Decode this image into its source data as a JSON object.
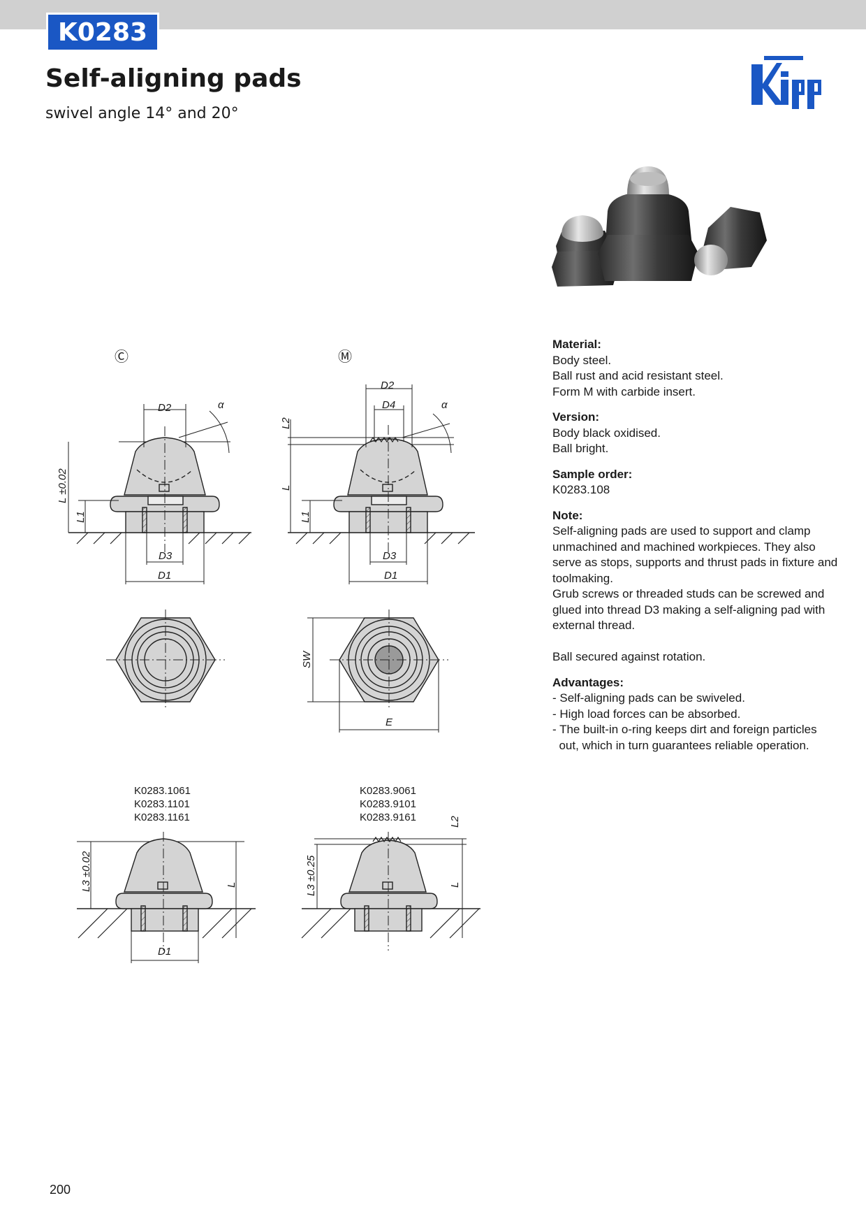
{
  "header": {
    "code": "K0283",
    "title": "Self-aligning pads",
    "subtitle": "swivel angle 14° and 20°",
    "brand_color": "#1a57c4",
    "bar_color": "#d0d0d0"
  },
  "logo": {
    "icon": "kipp-logo-icon",
    "text": "Kipp"
  },
  "drawing": {
    "form_c_label": "Ⓒ",
    "form_m_label": "Ⓜ",
    "dims": {
      "d1": "D1",
      "d2": "D2",
      "d3": "D3",
      "d4": "D4",
      "l": "L",
      "l_tol": "L ±0.02",
      "l1": "L1",
      "l2": "L2",
      "l3_tol_a": "L3 ±0.02",
      "l3_tol_b": "L3 ±0.25",
      "alpha": "α",
      "sw": "SW",
      "e": "E"
    },
    "variants_c": [
      "K0283.1061",
      "K0283.1101",
      "K0283.1161"
    ],
    "variants_m": [
      "K0283.9061",
      "K0283.9101",
      "K0283.9161"
    ]
  },
  "spec": {
    "material": {
      "heading": "Material:",
      "lines": [
        "Body steel.",
        "Ball rust and acid resistant steel.",
        "Form M with carbide insert."
      ]
    },
    "version": {
      "heading": "Version:",
      "lines": [
        "Body black oxidised.",
        "Ball bright."
      ]
    },
    "sample_order": {
      "heading": "Sample order:",
      "lines": [
        "K0283.108"
      ]
    },
    "note": {
      "heading": "Note:",
      "lines": [
        "Self-aligning pads are used to support and clamp",
        "unmachined and machined workpieces. They also",
        "serve as stops, supports and thrust pads in fixture and",
        "toolmaking.",
        "Grub screws or threaded studs can be screwed and",
        "glued into thread D3 making a self-aligning pad with",
        "external thread.",
        "",
        "Ball secured against rotation."
      ]
    },
    "advantages": {
      "heading": "Advantages:",
      "lines": [
        "- Self-aligning pads can be swiveled.",
        "- High load forces can be absorbed.",
        "- The built-in o-ring keeps dirt and foreign particles",
        "  out, which in turn guarantees reliable operation."
      ]
    }
  },
  "footer": {
    "page_number": "200"
  }
}
